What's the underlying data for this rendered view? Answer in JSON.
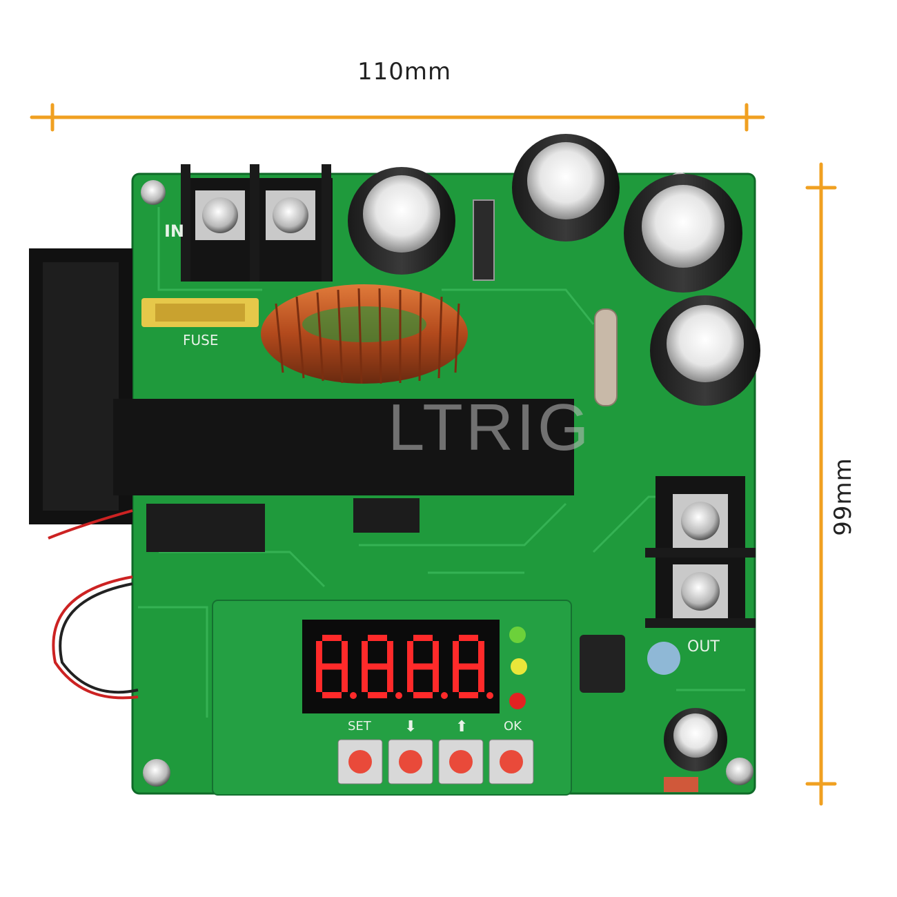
{
  "dimensions": {
    "width_label": "110mm",
    "height_label": "99mm",
    "line_color": "#f0a021"
  },
  "watermark": {
    "text": "LTRIG"
  },
  "board": {
    "pcb_color": "#1f9a3c",
    "silkscreen": {
      "input_label": "IN",
      "fuse_label": "FUSE",
      "output_label": "OUT"
    },
    "display": {
      "digits": "8.8.8.8",
      "digit_color": "#ff2a2a"
    },
    "buttons": [
      {
        "label": "SET",
        "icon": "set-label"
      },
      {
        "label": "⬇",
        "icon": "down-arrow-icon"
      },
      {
        "label": "⬆",
        "icon": "up-arrow-icon"
      },
      {
        "label": "OK",
        "icon": "ok-label"
      }
    ],
    "leds": [
      {
        "color": "#6cd13a",
        "name": "green"
      },
      {
        "color": "#e9e63a",
        "name": "yellow"
      },
      {
        "color": "#e32222",
        "name": "red"
      }
    ]
  }
}
